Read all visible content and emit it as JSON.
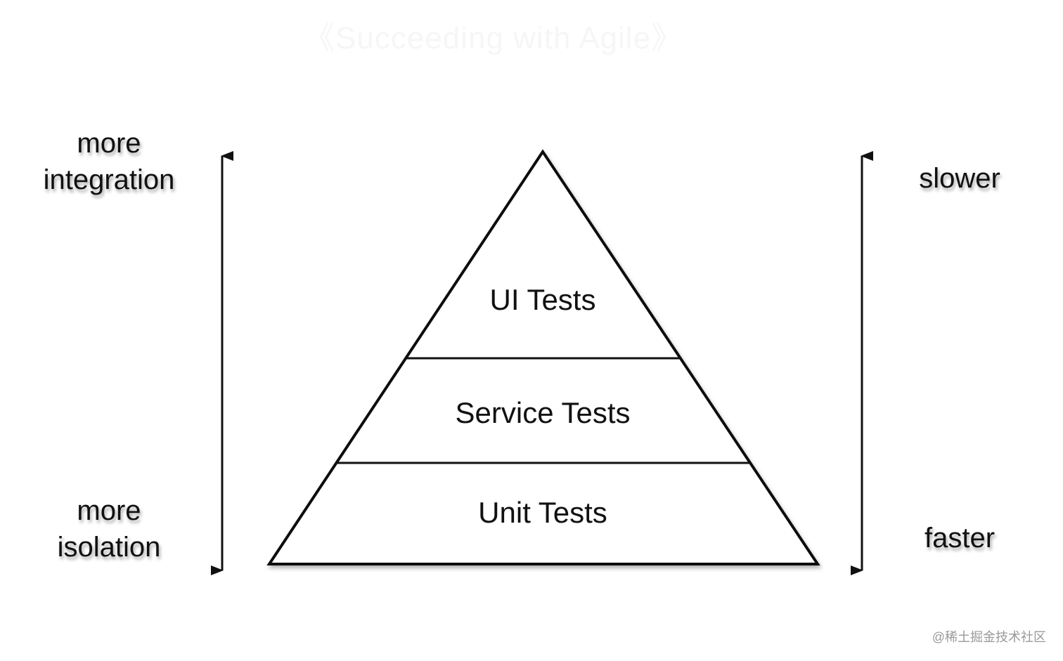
{
  "header": {
    "source_title": "《Succeeding with Agile》"
  },
  "left_axis": {
    "top_line1": "more",
    "top_line2": "integration",
    "bottom_line1": "more",
    "bottom_line2": "isolation"
  },
  "right_axis": {
    "top": "slower",
    "bottom": "faster"
  },
  "pyramid": {
    "layers": [
      {
        "label": "UI Tests"
      },
      {
        "label": "Service Tests"
      },
      {
        "label": "Unit Tests"
      }
    ]
  },
  "watermark": "@稀土掘金技术社区",
  "colors": {
    "stroke": "#111111",
    "background": "#ffffff"
  }
}
